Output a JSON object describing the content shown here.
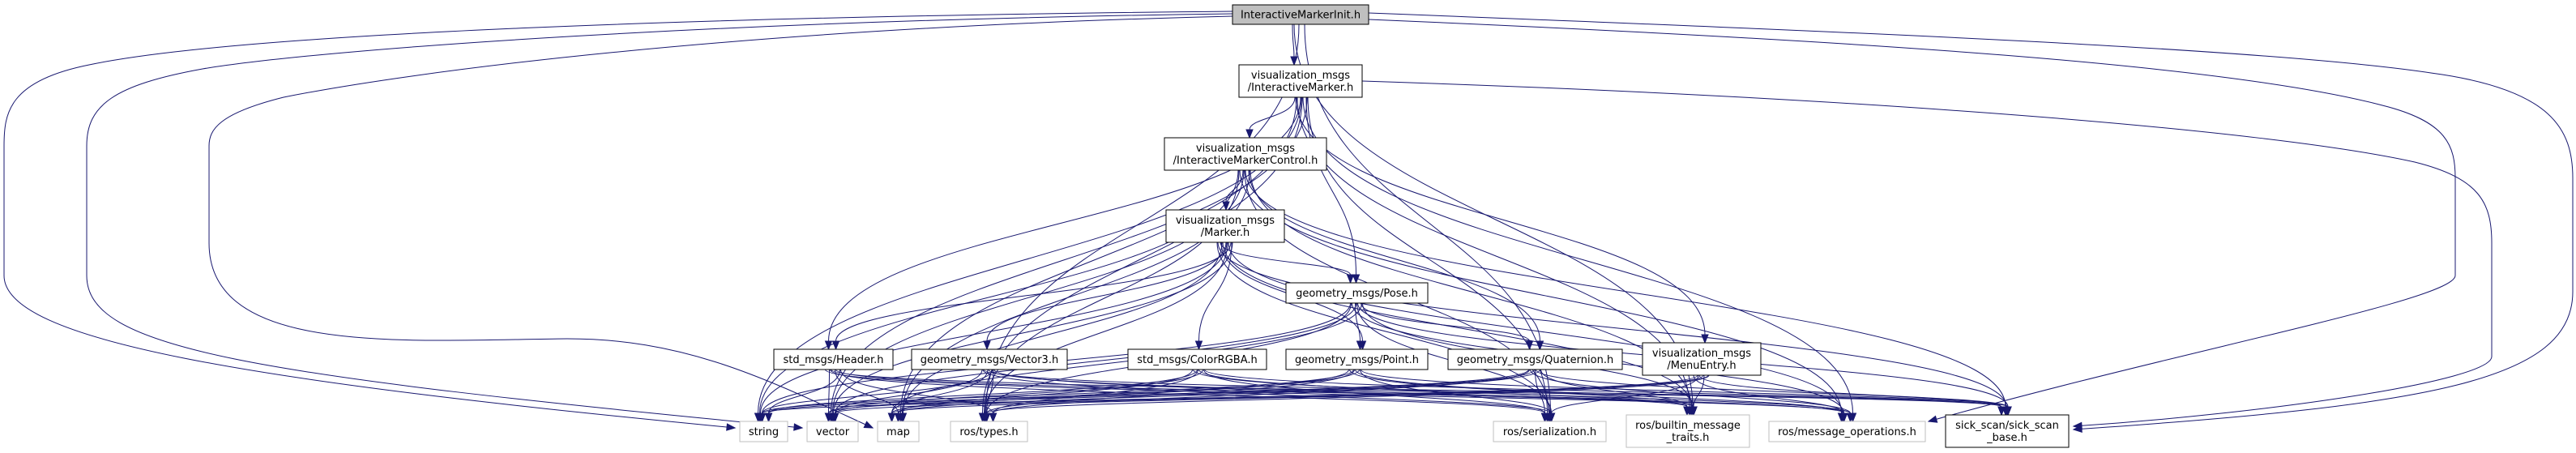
{
  "diagram": {
    "title": "InteractiveMarkerInit.h",
    "colors": {
      "edge": "#191970",
      "root_fill": "#bfbfbf",
      "node_fill": "#ffffff",
      "node_border": "#000000",
      "external_border": "#bfbfbf"
    },
    "nodes": [
      {
        "id": "root",
        "lines": [
          "InteractiveMarkerInit.h"
        ],
        "kind": "root"
      },
      {
        "id": "imarker",
        "lines": [
          "visualization_msgs",
          "/InteractiveMarker.h"
        ],
        "kind": "internal"
      },
      {
        "id": "imcontrol",
        "lines": [
          "visualization_msgs",
          "/InteractiveMarkerControl.h"
        ],
        "kind": "internal"
      },
      {
        "id": "marker",
        "lines": [
          "visualization_msgs",
          "/Marker.h"
        ],
        "kind": "internal"
      },
      {
        "id": "pose",
        "lines": [
          "geometry_msgs/Pose.h"
        ],
        "kind": "internal"
      },
      {
        "id": "header",
        "lines": [
          "std_msgs/Header.h"
        ],
        "kind": "internal"
      },
      {
        "id": "vector3",
        "lines": [
          "geometry_msgs/Vector3.h"
        ],
        "kind": "internal"
      },
      {
        "id": "color",
        "lines": [
          "std_msgs/ColorRGBA.h"
        ],
        "kind": "internal"
      },
      {
        "id": "point",
        "lines": [
          "geometry_msgs/Point.h"
        ],
        "kind": "internal"
      },
      {
        "id": "quat",
        "lines": [
          "geometry_msgs/Quaternion.h"
        ],
        "kind": "internal"
      },
      {
        "id": "menu",
        "lines": [
          "visualization_msgs",
          "/MenuEntry.h"
        ],
        "kind": "internal"
      },
      {
        "id": "string",
        "lines": [
          "string"
        ],
        "kind": "external"
      },
      {
        "id": "vector",
        "lines": [
          "vector"
        ],
        "kind": "external"
      },
      {
        "id": "map",
        "lines": [
          "map"
        ],
        "kind": "external"
      },
      {
        "id": "types",
        "lines": [
          "ros/types.h"
        ],
        "kind": "external"
      },
      {
        "id": "serial",
        "lines": [
          "ros/serialization.h"
        ],
        "kind": "external"
      },
      {
        "id": "traits",
        "lines": [
          "ros/builtin_message",
          "_traits.h"
        ],
        "kind": "external"
      },
      {
        "id": "msgops",
        "lines": [
          "ros/message_operations.h"
        ],
        "kind": "external"
      },
      {
        "id": "sickbase",
        "lines": [
          "sick_scan/sick_scan",
          "_base.h"
        ],
        "kind": "internal"
      }
    ],
    "edges": [
      [
        "root",
        "imarker"
      ],
      [
        "root",
        "string"
      ],
      [
        "root",
        "vector"
      ],
      [
        "root",
        "map"
      ],
      [
        "root",
        "types"
      ],
      [
        "root",
        "serial"
      ],
      [
        "root",
        "traits"
      ],
      [
        "root",
        "msgops"
      ],
      [
        "root",
        "sickbase"
      ],
      [
        "imarker",
        "imcontrol"
      ],
      [
        "imarker",
        "header"
      ],
      [
        "imarker",
        "pose"
      ],
      [
        "imarker",
        "menu"
      ],
      [
        "imarker",
        "string"
      ],
      [
        "imarker",
        "vector"
      ],
      [
        "imarker",
        "map"
      ],
      [
        "imarker",
        "types"
      ],
      [
        "imarker",
        "serial"
      ],
      [
        "imarker",
        "traits"
      ],
      [
        "imarker",
        "msgops"
      ],
      [
        "imarker",
        "sickbase"
      ],
      [
        "imcontrol",
        "marker"
      ],
      [
        "imcontrol",
        "quat"
      ],
      [
        "imcontrol",
        "string"
      ],
      [
        "imcontrol",
        "vector"
      ],
      [
        "imcontrol",
        "map"
      ],
      [
        "imcontrol",
        "types"
      ],
      [
        "imcontrol",
        "serial"
      ],
      [
        "imcontrol",
        "traits"
      ],
      [
        "imcontrol",
        "msgops"
      ],
      [
        "imcontrol",
        "sickbase"
      ],
      [
        "marker",
        "header"
      ],
      [
        "marker",
        "pose"
      ],
      [
        "marker",
        "vector3"
      ],
      [
        "marker",
        "color"
      ],
      [
        "marker",
        "point"
      ],
      [
        "marker",
        "string"
      ],
      [
        "marker",
        "vector"
      ],
      [
        "marker",
        "map"
      ],
      [
        "marker",
        "types"
      ],
      [
        "marker",
        "serial"
      ],
      [
        "marker",
        "traits"
      ],
      [
        "marker",
        "msgops"
      ],
      [
        "marker",
        "sickbase"
      ],
      [
        "pose",
        "point"
      ],
      [
        "pose",
        "quat"
      ],
      [
        "pose",
        "string"
      ],
      [
        "pose",
        "vector"
      ],
      [
        "pose",
        "map"
      ],
      [
        "pose",
        "types"
      ],
      [
        "pose",
        "serial"
      ],
      [
        "pose",
        "traits"
      ],
      [
        "pose",
        "msgops"
      ],
      [
        "pose",
        "sickbase"
      ],
      [
        "header",
        "string"
      ],
      [
        "header",
        "vector"
      ],
      [
        "header",
        "map"
      ],
      [
        "header",
        "types"
      ],
      [
        "header",
        "serial"
      ],
      [
        "header",
        "traits"
      ],
      [
        "header",
        "msgops"
      ],
      [
        "header",
        "sickbase"
      ],
      [
        "vector3",
        "string"
      ],
      [
        "vector3",
        "vector"
      ],
      [
        "vector3",
        "map"
      ],
      [
        "vector3",
        "types"
      ],
      [
        "vector3",
        "serial"
      ],
      [
        "vector3",
        "traits"
      ],
      [
        "vector3",
        "msgops"
      ],
      [
        "vector3",
        "sickbase"
      ],
      [
        "color",
        "string"
      ],
      [
        "color",
        "vector"
      ],
      [
        "color",
        "map"
      ],
      [
        "color",
        "types"
      ],
      [
        "color",
        "serial"
      ],
      [
        "color",
        "traits"
      ],
      [
        "color",
        "msgops"
      ],
      [
        "color",
        "sickbase"
      ],
      [
        "point",
        "string"
      ],
      [
        "point",
        "vector"
      ],
      [
        "point",
        "map"
      ],
      [
        "point",
        "types"
      ],
      [
        "point",
        "serial"
      ],
      [
        "point",
        "traits"
      ],
      [
        "point",
        "msgops"
      ],
      [
        "point",
        "sickbase"
      ],
      [
        "quat",
        "string"
      ],
      [
        "quat",
        "vector"
      ],
      [
        "quat",
        "map"
      ],
      [
        "quat",
        "types"
      ],
      [
        "quat",
        "serial"
      ],
      [
        "quat",
        "traits"
      ],
      [
        "quat",
        "msgops"
      ],
      [
        "quat",
        "sickbase"
      ],
      [
        "menu",
        "string"
      ],
      [
        "menu",
        "vector"
      ],
      [
        "menu",
        "map"
      ],
      [
        "menu",
        "types"
      ],
      [
        "menu",
        "serial"
      ],
      [
        "menu",
        "traits"
      ],
      [
        "menu",
        "msgops"
      ],
      [
        "menu",
        "sickbase"
      ]
    ]
  }
}
